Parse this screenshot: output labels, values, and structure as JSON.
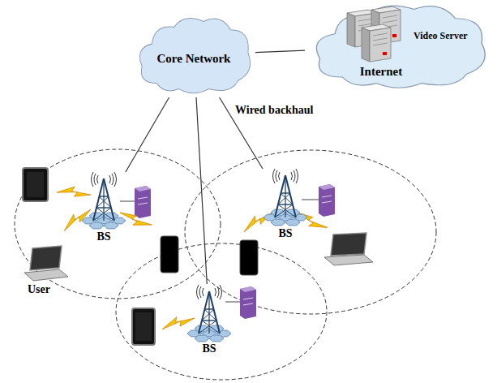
{
  "diagram": {
    "nodes": [
      {
        "text": [
          "Core Network"
        ]
      },
      {
        "text": [
          "Video Server",
          "Internet"
        ]
      },
      {
        "text": [
          "BS"
        ]
      },
      {
        "text": [
          "BS"
        ]
      },
      {
        "text": [
          "BS"
        ]
      }
    ],
    "edges": [
      {
        "from": 0,
        "to": 1,
        "arrow": "none"
      },
      {
        "from": 0,
        "to": 2,
        "arrow": "none"
      },
      {
        "from": 0,
        "to": 4,
        "arrow": "none"
      },
      {
        "from": 0,
        "to": 3,
        "arrow": "none"
      }
    ],
    "labels": [
      "Wired backhaul",
      "User"
    ]
  }
}
